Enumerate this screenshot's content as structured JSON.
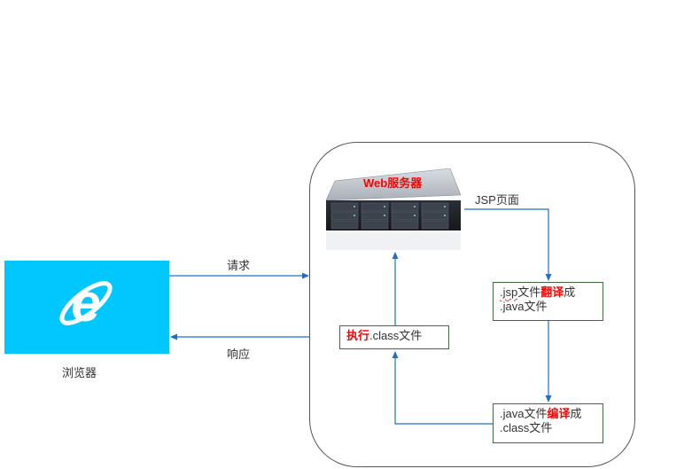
{
  "browser": {
    "label": "浏览器",
    "icon": "internet-explorer-icon",
    "bg_color": "#00c8ff"
  },
  "server": {
    "label": "Web服务器",
    "icon": "rack-server-icon"
  },
  "arrows": {
    "request": "请求",
    "response": "响应",
    "jsp_page": "JSP页面"
  },
  "steps": {
    "translate": {
      "line1_a": ".jsp",
      "line1_b": "文件",
      "line1_verb": "翻译",
      "line1_c": "成",
      "line2": ".java文件"
    },
    "compile": {
      "line1_a": ".java文件",
      "line1_verb": "编译",
      "line1_c": "成",
      "line2": ".class文件"
    },
    "execute": {
      "verb": "执行",
      "rest": ".class文件"
    }
  },
  "colors": {
    "arrow": "#1f6fc5",
    "highlight": "#ff0000",
    "box_border": "#3f6b3f"
  }
}
